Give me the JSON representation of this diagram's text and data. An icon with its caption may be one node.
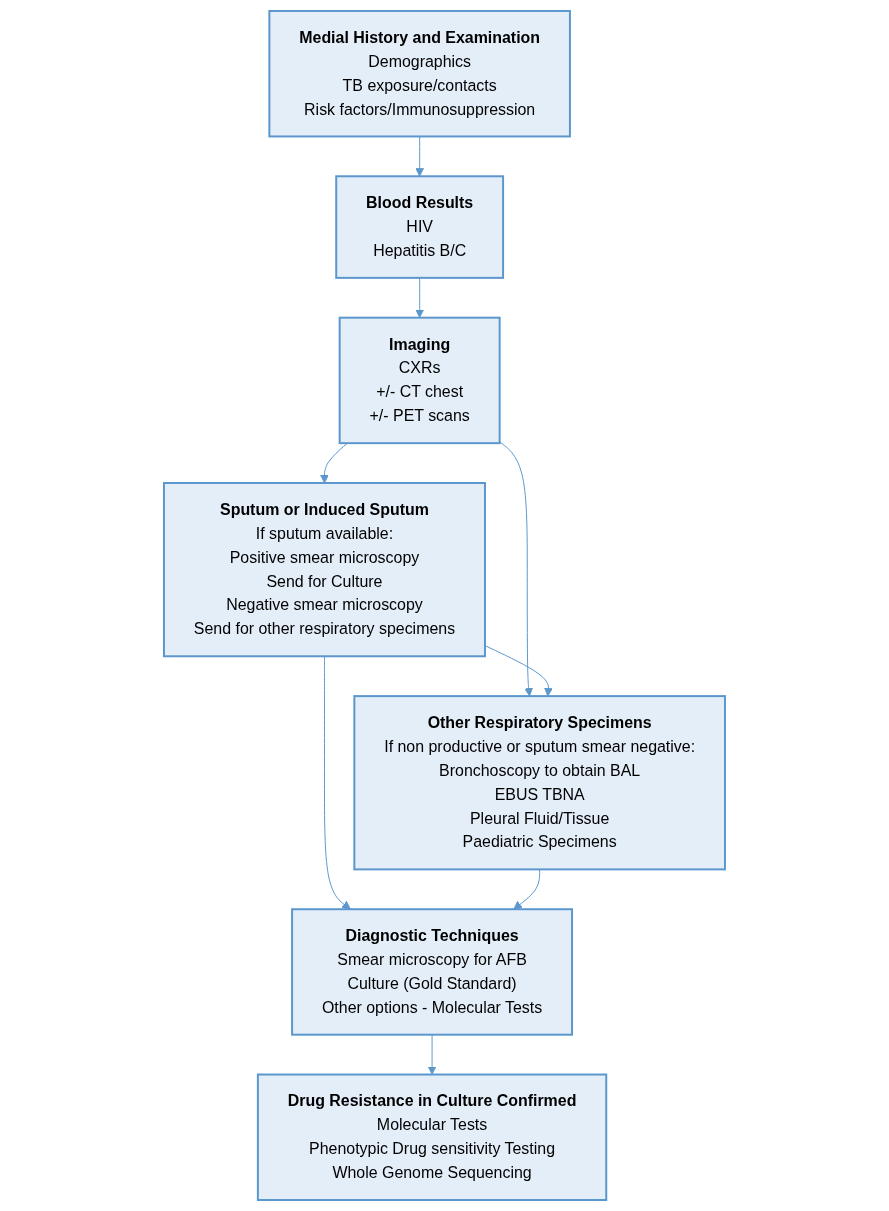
{
  "diagram": {
    "nodes": [
      {
        "text": [
          "Medial History and Examination",
          "Demographics",
          "TB exposure/contacts",
          "Risk factors/Immunosuppression"
        ]
      },
      {
        "text": [
          "Blood Results",
          "HIV",
          "Hepatitis B/C"
        ]
      },
      {
        "text": [
          "Imaging",
          "CXRs",
          "+/- CT chest",
          "+/- PET scans"
        ]
      },
      {
        "text": [
          "Sputum or Induced Sputum",
          "If sputum available:",
          "Positive smear microscopy",
          "Send for Culture",
          "Negative smear microscopy",
          "Send for other respiratory specimens"
        ]
      },
      {
        "text": [
          "Other Respiratory Specimens",
          "If non productive or sputum smear negative:",
          "Bronchoscopy to obtain BAL",
          "EBUS TBNA",
          "Pleural Fluid/Tissue",
          "Paediatric Specimens"
        ]
      },
      {
        "text": [
          "Diagnostic Techniques",
          "Smear microscopy for AFB",
          "Culture (Gold Standard)",
          "Other options - Molecular Tests"
        ]
      },
      {
        "text": [
          "Drug Resistance in Culture Confirmed",
          "Molecular Tests",
          "Phenotypic Drug sensitivity Testing",
          "Whole Genome Sequencing"
        ]
      }
    ],
    "edges": [
      {
        "from": 0,
        "to": 1,
        "arrow": "to"
      },
      {
        "from": 1,
        "to": 2,
        "arrow": "to"
      },
      {
        "from": 2,
        "to": 3,
        "arrow": "to"
      },
      {
        "from": 2,
        "to": 4,
        "arrow": "to"
      },
      {
        "from": 3,
        "to": 4,
        "arrow": "to"
      },
      {
        "from": 3,
        "to": 5,
        "arrow": "to"
      },
      {
        "from": 4,
        "to": 5,
        "arrow": "to"
      },
      {
        "from": 5,
        "to": 6,
        "arrow": "to"
      }
    ]
  }
}
